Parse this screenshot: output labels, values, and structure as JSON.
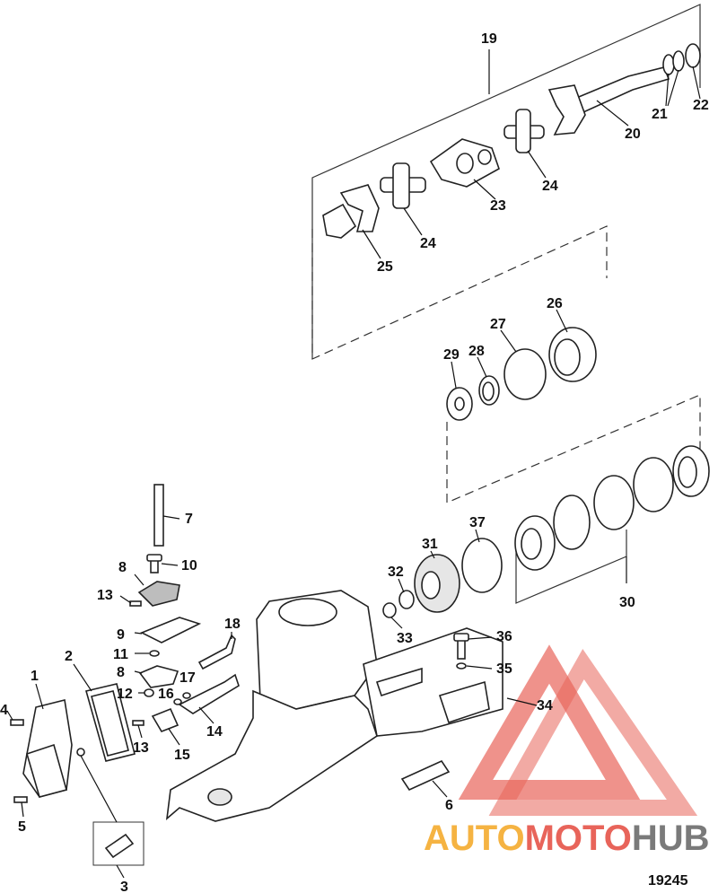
{
  "figure_number": "19245",
  "watermark": {
    "text_auto": "AUTO",
    "text_moto": "MOTO",
    "text_hub": "HUB",
    "color_orange": "#f5b342",
    "color_red": "#e8645a",
    "color_grey": "#7a7a7a"
  },
  "callouts": [
    "1",
    "2",
    "3",
    "4",
    "5",
    "6",
    "7",
    "8",
    "8",
    "9",
    "10",
    "11",
    "12",
    "13",
    "13",
    "14",
    "15",
    "16",
    "17",
    "18",
    "19",
    "20",
    "21",
    "22",
    "23",
    "24",
    "24",
    "25",
    "26",
    "27",
    "28",
    "29",
    "30",
    "31",
    "32",
    "33",
    "34",
    "35",
    "36",
    "37"
  ]
}
